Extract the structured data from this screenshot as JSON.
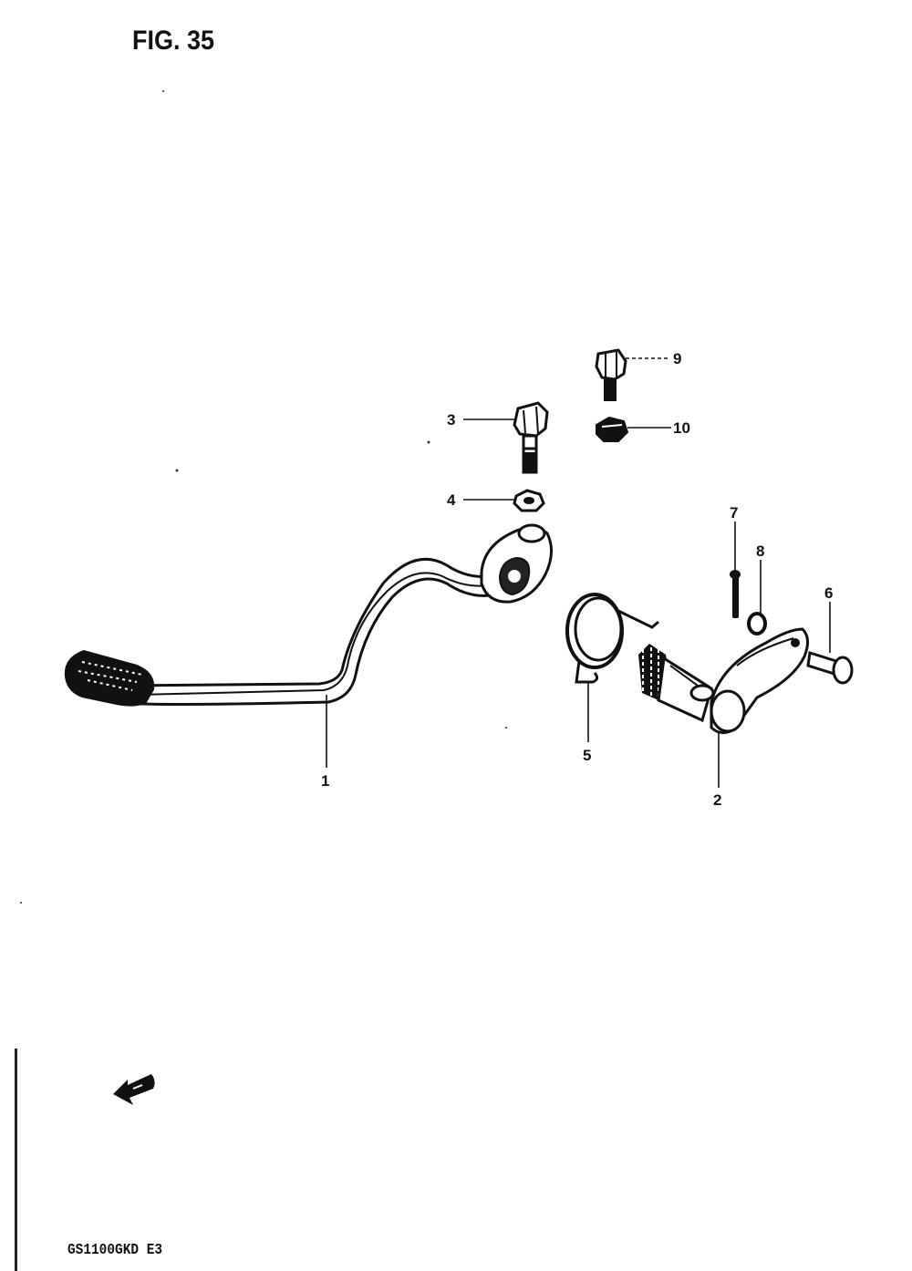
{
  "figure": {
    "title": "FIG. 35"
  },
  "model": {
    "code": "GS1100GKD E3"
  },
  "callouts": [
    "1",
    "2",
    "3",
    "4",
    "5",
    "6",
    "7",
    "8",
    "9",
    "10"
  ],
  "icons": {
    "direction_arrow": "front-direction-arrow-icon"
  },
  "colors": {
    "ink": "#111111",
    "paper": "#ffffff"
  }
}
